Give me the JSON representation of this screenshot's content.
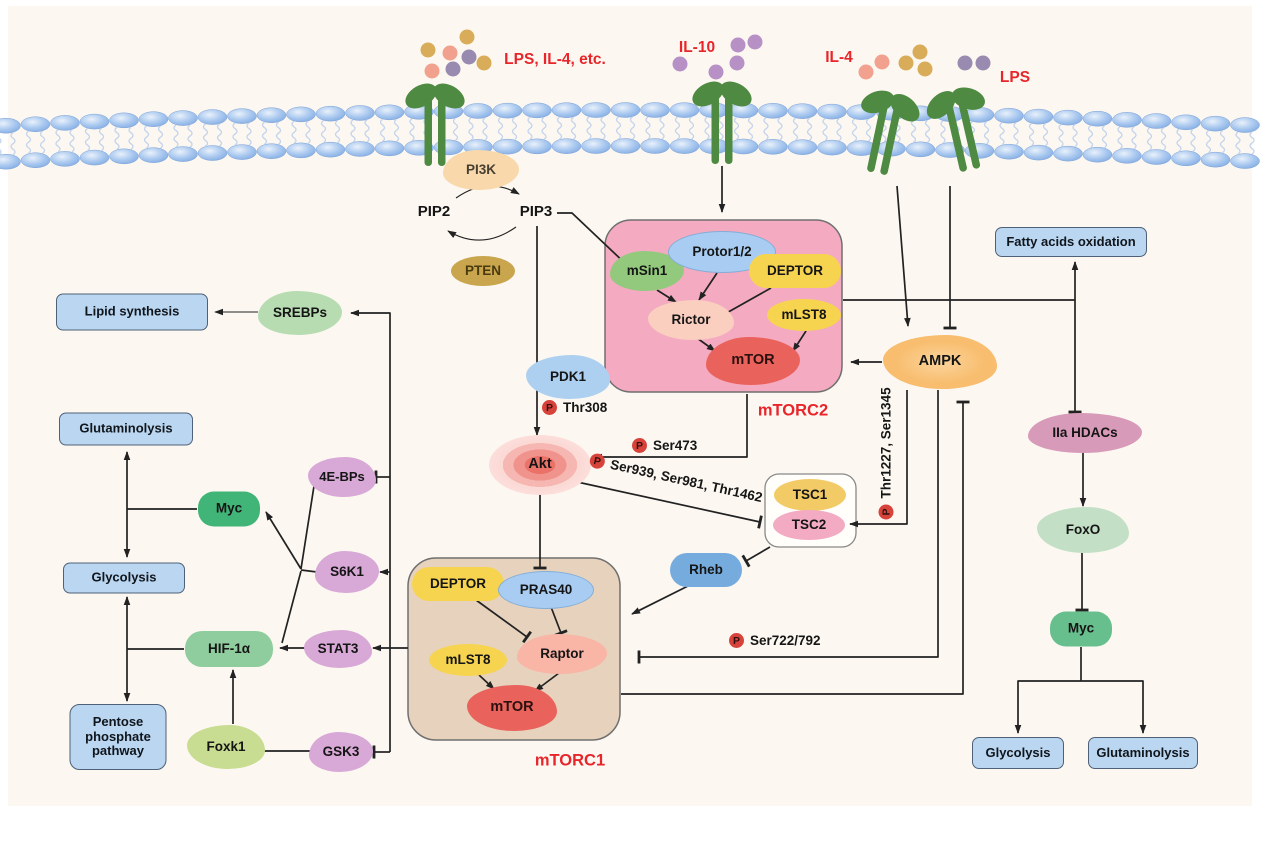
{
  "figure": {
    "description": "mTOR signaling pathway diagram: membrane receptors feeding PI3K/Akt, AMPK, mTORC1 and mTORC2 complexes and downstream metabolic outputs"
  },
  "ligands": {
    "group1": "LPS, IL-4, etc.",
    "il10": "IL-10",
    "il4": "IL-4",
    "lps": "LPS"
  },
  "nodes": {
    "pi3k": {
      "label": "PI3K"
    },
    "pip2": {
      "label": "PIP2"
    },
    "pip3": {
      "label": "PIP3"
    },
    "pten": {
      "label": "PTEN"
    },
    "pdk1": {
      "label": "PDK1"
    },
    "akt": {
      "label": "Akt"
    },
    "ampk": {
      "label": "AMPK"
    },
    "rheb": {
      "label": "Rheb"
    },
    "tsc1": {
      "label": "TSC1"
    },
    "tsc2": {
      "label": "TSC2"
    },
    "msin1": {
      "label": "mSin1"
    },
    "protor": {
      "label": "Protor1/2"
    },
    "deptor_c2": {
      "label": "DEPTOR"
    },
    "rictor": {
      "label": "Rictor"
    },
    "mlst8_c2": {
      "label": "mLST8"
    },
    "mtor_c2": {
      "label": "mTOR"
    },
    "deptor_c1": {
      "label": "DEPTOR"
    },
    "pras40": {
      "label": "PRAS40"
    },
    "mlst8_c1": {
      "label": "mLST8"
    },
    "raptor": {
      "label": "Raptor"
    },
    "mtor_c1": {
      "label": "mTOR"
    },
    "srebps": {
      "label": "SREBPs"
    },
    "four_ebps": {
      "label": "4E-BPs"
    },
    "s6k1": {
      "label": "S6K1"
    },
    "stat3": {
      "label": "STAT3"
    },
    "gsk3": {
      "label": "GSK3"
    },
    "myc_left": {
      "label": "Myc"
    },
    "hif1a": {
      "label": "HIF-1α"
    },
    "foxk1": {
      "label": "Foxk1"
    },
    "iia_hdacs": {
      "label": "IIa HDACs"
    },
    "foxo": {
      "label": "FoxO"
    },
    "myc_right": {
      "label": "Myc"
    }
  },
  "complex_labels": {
    "mtorc2": "mTORC2",
    "mtorc1": "mTORC1"
  },
  "processes": {
    "lipid_synthesis": "Lipid synthesis",
    "glutaminolysis_left": "Glutaminolysis",
    "glycolysis_left": "Glycolysis",
    "pentose": "Pentose phosphate pathway",
    "fatty_acids": "Fatty acids oxidation",
    "glycolysis_right": "Glycolysis",
    "glutaminolysis_right": "Glutaminolysis"
  },
  "phospho": {
    "p": "P",
    "thr308": "Thr308",
    "ser473": "Ser473",
    "akt_to_tsc2": "Ser939, Ser981, Thr1462",
    "ampk_to_tsc2": "Thr1227, Ser1345",
    "ampk_to_raptor": "Ser722/792"
  },
  "colors": {
    "background": "#fcf8f1",
    "accent_red": "#e8252b",
    "membrane_blue": "#9fc0ea",
    "receptor_green": "#4e8a41",
    "mtorc2_box_pink": "#f4aac1",
    "mtorc1_box_tan": "#e7d3bd",
    "process_box_blue": "#bad6f0",
    "phospho_circle_red": "#d7433a",
    "yellow_subunit": "#f6d44f",
    "blue_subunit": "#a9cdf2",
    "purple_effector": "#d8a8d6",
    "green_tf": "#90cd9e",
    "ligand_tan": "#d8ac59",
    "ligand_salmon": "#f2a18e",
    "ligand_purple": "#998bb0",
    "ligand_il10_purple": "#b791c6"
  },
  "connections": [
    {
      "from": "IL-10 receptor",
      "to": "mTORC2",
      "type": "activate"
    },
    {
      "from": "PI3K",
      "to": "PIP2 to PIP3 conversion",
      "type": "catalyze"
    },
    {
      "from": "PTEN",
      "to": "PIP3 to PIP2 conversion",
      "type": "catalyze"
    },
    {
      "from": "PIP3",
      "to": "mSin1 (mTORC2)",
      "type": "activate"
    },
    {
      "from": "PIP3",
      "to": "Akt",
      "type": "activate"
    },
    {
      "from": "PDK1",
      "to": "Akt",
      "type": "phosphorylate",
      "site": "Thr308"
    },
    {
      "from": "mTORC2",
      "to": "Akt",
      "type": "phosphorylate",
      "site": "Ser473"
    },
    {
      "from": "Akt",
      "to": "TSC2",
      "type": "inhibit",
      "site": "Ser939, Ser981, Thr1462"
    },
    {
      "from": "Akt",
      "to": "PRAS40 (mTORC1)",
      "type": "inhibit"
    },
    {
      "from": "IL-4 receptor",
      "to": "AMPK",
      "type": "activate"
    },
    {
      "from": "LPS receptor",
      "to": "AMPK",
      "type": "inhibit"
    },
    {
      "from": "AMPK",
      "to": "mTOR (mTORC2)",
      "type": "activate"
    },
    {
      "from": "AMPK",
      "to": "TSC2",
      "type": "phosphorylate",
      "site": "Thr1227, Ser1345"
    },
    {
      "from": "AMPK",
      "to": "Raptor (mTORC1)",
      "type": "inhibit",
      "site": "Ser722/792"
    },
    {
      "from": "mTORC1",
      "to": "AMPK",
      "type": "inhibit"
    },
    {
      "from": "TSC2",
      "to": "Rheb",
      "type": "inhibit"
    },
    {
      "from": "Rheb",
      "to": "mTORC1",
      "type": "activate"
    },
    {
      "from": "mTORC2",
      "to": "Fatty acids oxidation",
      "type": "activate"
    },
    {
      "from": "mTORC2",
      "to": "IIa HDACs",
      "type": "inhibit"
    },
    {
      "from": "IIa HDACs",
      "to": "FoxO",
      "type": "activate"
    },
    {
      "from": "FoxO",
      "to": "Myc",
      "type": "inhibit"
    },
    {
      "from": "Myc (right)",
      "to": "Glycolysis",
      "type": "activate"
    },
    {
      "from": "Myc (right)",
      "to": "Glutaminolysis",
      "type": "activate"
    },
    {
      "from": "mTORC1",
      "to": "SREBPs",
      "type": "activate"
    },
    {
      "from": "mTORC1",
      "to": "4E-BPs",
      "type": "inhibit"
    },
    {
      "from": "mTORC1",
      "to": "S6K1",
      "type": "activate"
    },
    {
      "from": "mTORC1",
      "to": "STAT3",
      "type": "activate"
    },
    {
      "from": "mTORC1",
      "to": "GSK3",
      "type": "inhibit"
    },
    {
      "from": "SREBPs",
      "to": "Lipid synthesis",
      "type": "activate"
    },
    {
      "from": "4E-BPs",
      "to": "Myc (left)",
      "type": "activate"
    },
    {
      "from": "S6K1",
      "to": "Myc (left)",
      "type": "activate"
    },
    {
      "from": "S6K1",
      "to": "HIF-1α",
      "type": "activate"
    },
    {
      "from": "STAT3",
      "to": "HIF-1α",
      "type": "activate"
    },
    {
      "from": "Myc (left)",
      "to": "Glutaminolysis",
      "type": "activate"
    },
    {
      "from": "Myc (left)",
      "to": "Glycolysis",
      "type": "activate"
    },
    {
      "from": "HIF-1α",
      "to": "Glycolysis",
      "type": "activate"
    },
    {
      "from": "HIF-1α",
      "to": "Pentose phosphate pathway",
      "type": "activate"
    },
    {
      "from": "Foxk1",
      "to": "HIF-1α",
      "type": "activate"
    },
    {
      "from": "GSK3",
      "to": "Foxk1",
      "type": "inhibit"
    },
    {
      "from": "mSin1",
      "to": "Rictor",
      "type": "activate"
    },
    {
      "from": "Protor1/2",
      "to": "Rictor",
      "type": "activate"
    },
    {
      "from": "DEPTOR",
      "to": "Rictor",
      "type": "inhibit"
    },
    {
      "from": "Rictor",
      "to": "mTOR (mTORC2)",
      "type": "activate"
    },
    {
      "from": "mLST8",
      "to": "mTOR (mTORC2)",
      "type": "activate"
    },
    {
      "from": "DEPTOR",
      "to": "Raptor",
      "type": "inhibit"
    },
    {
      "from": "PRAS40",
      "to": "Raptor",
      "type": "inhibit"
    },
    {
      "from": "Raptor",
      "to": "mTOR (mTORC1)",
      "type": "activate"
    },
    {
      "from": "mLST8",
      "to": "mTOR (mTORC1)",
      "type": "activate"
    }
  ]
}
